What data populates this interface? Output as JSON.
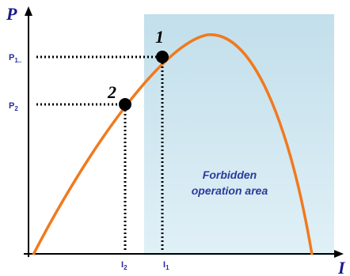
{
  "axes": {
    "y_title": "P",
    "x_title": "I"
  },
  "ticks": {
    "p1_main": "P",
    "p1_sub": "1..",
    "p2_main": "P",
    "p2_sub": "2",
    "i2_main": "I",
    "i2_sub": "2",
    "i1_main": "I",
    "i1_sub": "1"
  },
  "points": {
    "one": "1",
    "two": "2"
  },
  "zone": {
    "line1": "Forbidden",
    "line2": "operation area"
  },
  "colors": {
    "curve": "#f07a1e",
    "zone_top": "#c4e0ec",
    "zone_bottom": "#dceef6",
    "axis": "#000000",
    "text": "#2a2aa0"
  }
}
